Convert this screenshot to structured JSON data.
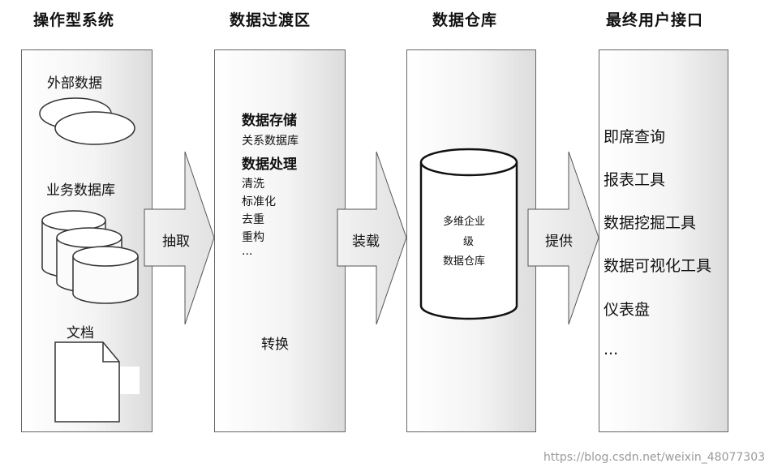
{
  "headers": {
    "operational": "操作型系统",
    "staging": "数据过渡区",
    "warehouse": "数据仓库",
    "enduser": "最终用户接口"
  },
  "operational": {
    "external_data": "外部数据",
    "business_db": "业务数据库",
    "documents": "文档"
  },
  "staging": {
    "storage_title": "数据存储",
    "storage_item": "关系数据库",
    "processing_title": "数据处理",
    "processing_items": [
      "清洗",
      "标准化",
      "去重",
      "重构",
      "..."
    ],
    "transform": "转换"
  },
  "arrows": {
    "extract": "抽取",
    "load": "装载",
    "provide": "提供"
  },
  "warehouse": {
    "line1": "多维企业",
    "line2": "级",
    "line3": "数据仓库"
  },
  "enduser": {
    "items": [
      "即席查询",
      "报表工具",
      "数据挖掘工具",
      "数据可视化工具",
      "仪表盘",
      "..."
    ]
  },
  "watermark": "https://blog.csdn.net/weixin_48077303"
}
